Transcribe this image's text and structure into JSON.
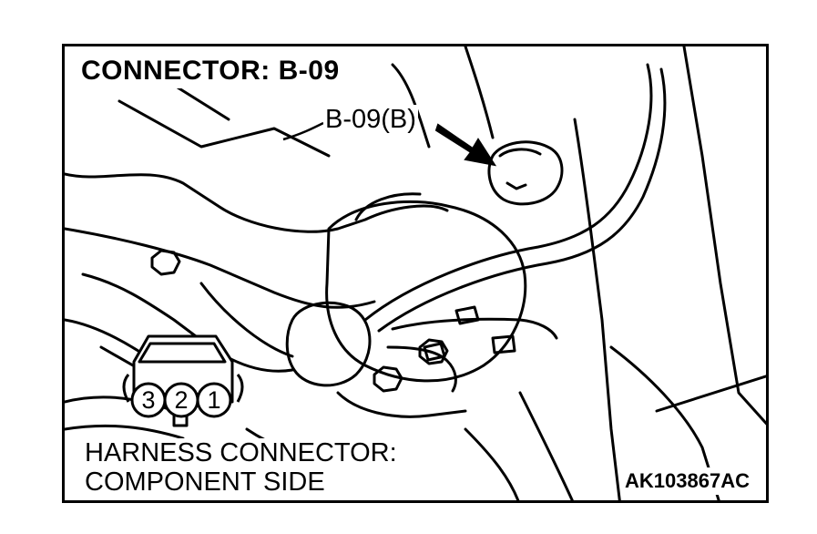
{
  "title": "CONNECTOR: B-09",
  "callout": "B-09(B)",
  "harness": {
    "line1": "HARNESS CONNECTOR:",
    "line2": "COMPONENT SIDE"
  },
  "connector_pins": [
    "3",
    "2",
    "1"
  ],
  "figure_code": "AK103867AC",
  "colors": {
    "ink": "#000000",
    "paper": "#ffffff"
  }
}
